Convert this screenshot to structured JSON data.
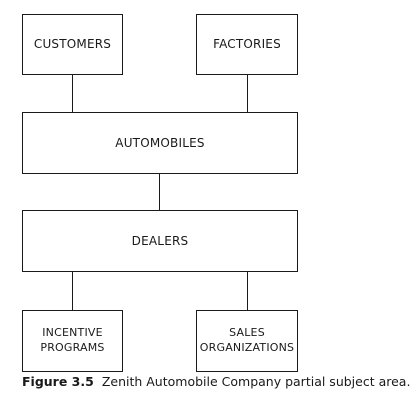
{
  "diagram": {
    "entities": {
      "customers": "CUSTOMERS",
      "factories": "FACTORIES",
      "automobiles": "AUTOMOBILES",
      "dealers": "DEALERS",
      "incentive_programs": "INCENTIVE\nPROGRAMS",
      "sales_organizations": "SALES\nORGANIZATIONS"
    },
    "relationships": [
      {
        "from": "CUSTOMERS",
        "to": "AUTOMOBILES"
      },
      {
        "from": "FACTORIES",
        "to": "AUTOMOBILES"
      },
      {
        "from": "AUTOMOBILES",
        "to": "DEALERS"
      },
      {
        "from": "DEALERS",
        "to": "INCENTIVE PROGRAMS"
      },
      {
        "from": "DEALERS",
        "to": "SALES ORGANIZATIONS"
      }
    ]
  },
  "caption": {
    "figure_number": "Figure 3.5",
    "text": "Zenith Automobile Company partial subject area."
  }
}
